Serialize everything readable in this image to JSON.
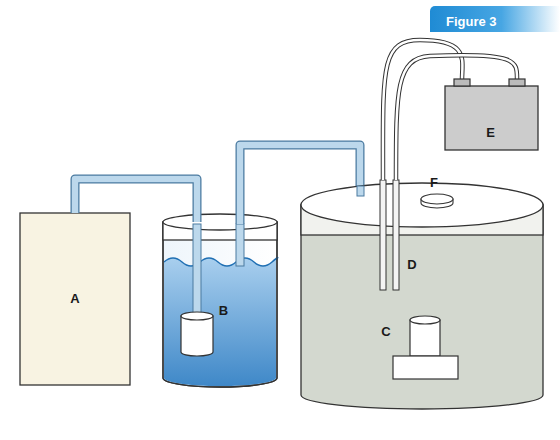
{
  "diagram": {
    "title": "Figure 3",
    "nodes": [
      {
        "text": [
          "A"
        ]
      },
      {
        "text": [
          "B"
        ]
      },
      {
        "text": [
          "E"
        ]
      }
    ],
    "edges": [
      {
        "from": 0,
        "to": 1,
        "arrow": "none"
      }
    ],
    "labels": [
      "C",
      "D",
      "F"
    ]
  }
}
